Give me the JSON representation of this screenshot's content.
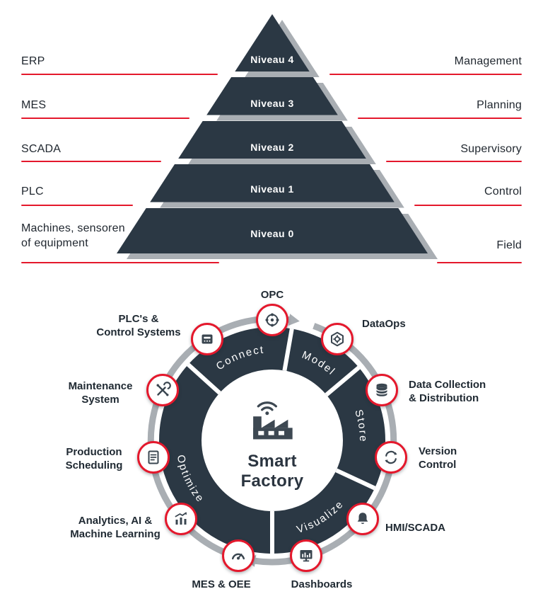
{
  "pyramid": {
    "rows": [
      {
        "level_label": "Niveau 4",
        "left": {
          "lines": [
            "ERP"
          ]
        },
        "right": "Management"
      },
      {
        "level_label": "Niveau 3",
        "left": {
          "lines": [
            "MES"
          ]
        },
        "right": "Planning"
      },
      {
        "level_label": "Niveau 2",
        "left": {
          "lines": [
            "SCADA"
          ]
        },
        "right": "Supervisory"
      },
      {
        "level_label": "Niveau 1",
        "left": {
          "lines": [
            "PLC"
          ]
        },
        "right": "Control"
      },
      {
        "level_label": "Niveau 0",
        "left": {
          "lines": [
            "Machines, sensoren",
            "of equipment"
          ]
        },
        "right": "Field"
      }
    ]
  },
  "wheel": {
    "center_label": {
      "line1": "Smart",
      "line2": "Factory"
    },
    "segments": [
      "Connect",
      "Model",
      "Store",
      "Visualize",
      "Optimize"
    ],
    "items": [
      {
        "icon": "opc-network-icon",
        "lines": [
          "OPC"
        ]
      },
      {
        "icon": "dataops-hexagon-gear-icon",
        "lines": [
          "DataOps"
        ]
      },
      {
        "icon": "database-icon",
        "lines": [
          "Data Collection",
          "& Distribution"
        ]
      },
      {
        "icon": "sync-arrows-icon",
        "lines": [
          "Version",
          "Control"
        ]
      },
      {
        "icon": "alarm-bell-icon",
        "lines": [
          "HMI/SCADA"
        ]
      },
      {
        "icon": "dashboard-screen-icon",
        "lines": [
          "Dashboards"
        ]
      },
      {
        "icon": "gauge-icon",
        "lines": [
          "MES & OEE"
        ]
      },
      {
        "icon": "bar-chart-trend-icon",
        "lines": [
          "Analytics, AI &",
          "Machine Learning"
        ]
      },
      {
        "icon": "schedule-document-icon",
        "lines": [
          "Production",
          "Scheduling"
        ]
      },
      {
        "icon": "tools-icon",
        "lines": [
          "Maintenance",
          "System"
        ]
      },
      {
        "icon": "plc-module-icon",
        "lines": [
          "PLC's &",
          "Control Systems"
        ]
      }
    ]
  },
  "colors": {
    "accent_red": "#e4182c",
    "dark_slate": "#2b3844",
    "shadow_gray": "#a9aeb3"
  }
}
